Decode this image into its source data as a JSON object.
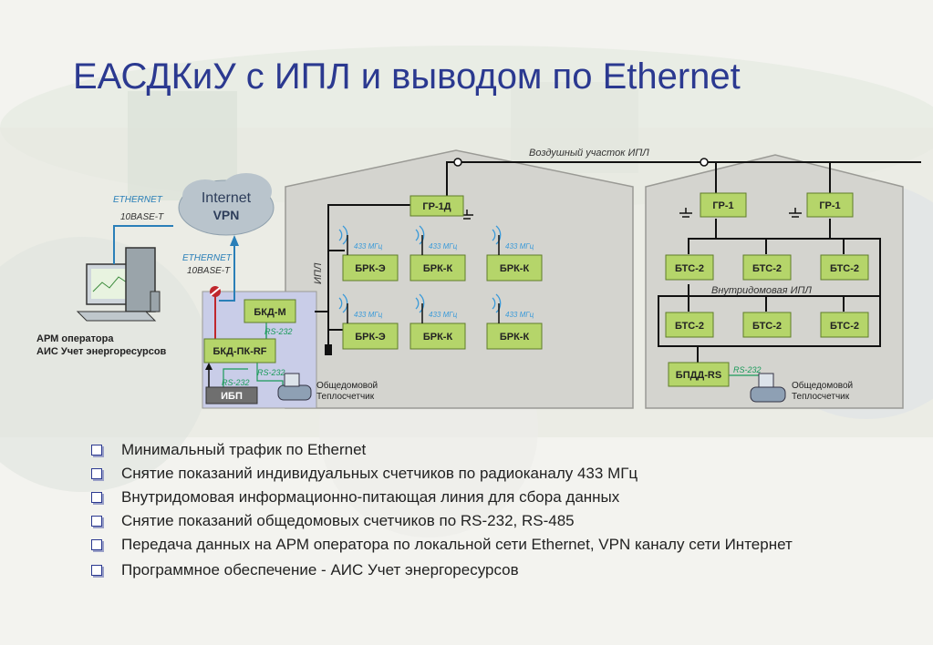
{
  "title": "ЕАСДКиУ с ИПЛ и выводом по Ethernet",
  "diagram": {
    "air_section": "Воздушный участок ИПЛ",
    "ipl_vertical": "ИПЛ",
    "inhouse_ipl": "Внутридомовая ИПЛ",
    "internet": "Internet",
    "vpn": "VPN",
    "ethernet_left": "ETHERNET",
    "base_left": "10BASE-T",
    "ethernet_mid": "ETHERNET",
    "base_mid": "10BASE-T",
    "operator_line1": "АРМ оператора",
    "operator_line2": "АИС Учет энергоресурсов",
    "bkd_m": "БКД-М",
    "bkd_pk_rf": "БКД-ПК-RF",
    "ibp": "ИБП",
    "rs232_a": "RS-232",
    "rs232_b": "RS-232",
    "rs232_c": "RS-232",
    "rs232_d": "RS-232",
    "meter_left_1": "Общедомовой",
    "meter_left_2": "Теплосчетчик",
    "meter_right_1": "Общедомовой",
    "meter_right_2": "Теплосчетчик",
    "gr_1d": "ГР-1Д",
    "gr_1a": "ГР-1",
    "gr_1b": "ГР-1",
    "mhz": "433 МГц",
    "brk": [
      "БРК-Э",
      "БРК-К",
      "БРК-К",
      "БРК-Э",
      "БРК-К",
      "БРК-К"
    ],
    "bts": [
      "БТС-2",
      "БТС-2",
      "БТС-2",
      "БТС-2",
      "БТС-2",
      "БТС-2"
    ],
    "bpdd": "БПДД-RS"
  },
  "bullets": [
    "Минимальный трафик по Ethernet",
    "Снятие показаний индивидуальных счетчиков по радиоканалу 433 МГц",
    "Внутридомовая информационно-питающая линия для сбора данных",
    "Снятие показаний общедомовых счетчиков по RS-232, RS-485",
    "Передача данных на АРМ оператора по локальной сети Ethernet, VPN каналу сети Интернет",
    "Программное обеспечение - АИС Учет энергоресурсов"
  ],
  "colors": {
    "title": "#2b3990",
    "block": "#b5d56a",
    "wall": "#d9d9d4",
    "blue_link": "#2a7fb8",
    "red_link": "#c0272d"
  }
}
